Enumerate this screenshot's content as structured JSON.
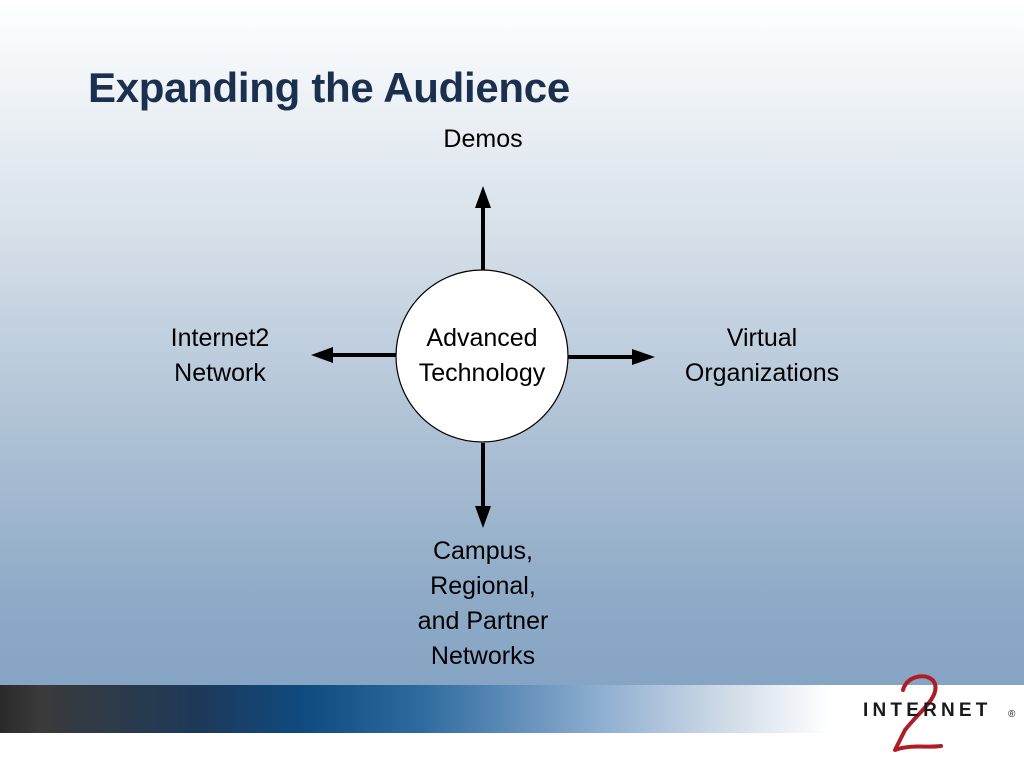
{
  "slide": {
    "title": "Expanding the Audience",
    "center": {
      "line1": "Advanced",
      "line2": "Technology"
    },
    "top": {
      "line1": "Demos"
    },
    "left": {
      "line1": "Internet2",
      "line2": "Network"
    },
    "right": {
      "line1": "Virtual",
      "line2": "Organizations"
    },
    "bottom": {
      "line1": "Campus,",
      "line2": "Regional,",
      "line3": "and Partner",
      "line4": "Networks"
    }
  },
  "logo": {
    "wordmark": "INTERNET",
    "numeral": "2",
    "registered": "®"
  }
}
